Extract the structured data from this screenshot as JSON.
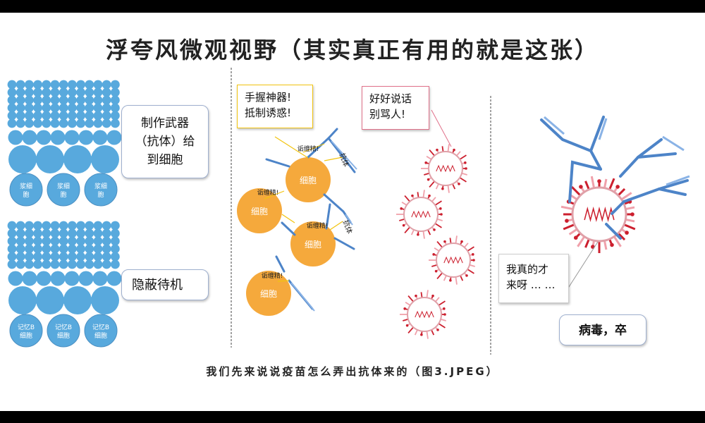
{
  "title": "浮夸风微观视野（其实真正有用的就是这张）",
  "caption": "我们先来说说疫苗怎么弄出抗体来的（图3.JPEG）",
  "left": {
    "box1_line1": "制作武器",
    "box1_line2": "（抗体）给",
    "box1_line3": "到细胞",
    "box2": "隐蔽待机",
    "plasma_cell_label_1": "浆细",
    "plasma_cell_label_2": "胞",
    "memory_cell_label_1": "记忆B",
    "memory_cell_label_2": "细胞"
  },
  "middle": {
    "note_line1": "手握神器!",
    "note_line2": "抵制诱惑!",
    "tempt_label": "诟缠精!",
    "cell_label": "细胞",
    "antibody_label": "抗体",
    "virus_note_line1": "好好说话",
    "virus_note_line2": "别骂人!"
  },
  "right": {
    "note_line1": "我真的才",
    "note_line2": "来呀 … …",
    "verdict": "病毒，卒"
  },
  "colors": {
    "blue_cell": "#58a9dd",
    "orange_cell": "#f5a93c",
    "antibody": "#4d84c8",
    "virus_spike": "#cc1f2e",
    "yellow_line": "#f2c40f",
    "pink_line": "#e0718a"
  }
}
